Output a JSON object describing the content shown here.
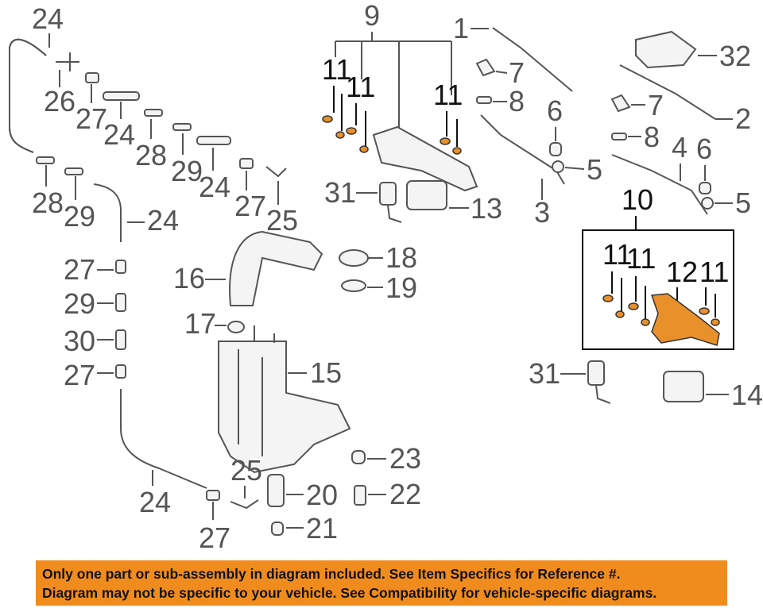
{
  "callouts": {
    "c1": "1",
    "c2": "2",
    "c3": "3",
    "c4": "4",
    "c5a": "5",
    "c5b": "5",
    "c6a": "6",
    "c6b": "6",
    "c7a": "7",
    "c7b": "7",
    "c8a": "8",
    "c8b": "8",
    "c9": "9",
    "c10": "10",
    "c11a": "11",
    "c11b": "11",
    "c11c": "11",
    "c11d": "11",
    "c11e": "11",
    "c11f": "11",
    "c12": "12",
    "c13": "13",
    "c14": "14",
    "c15": "15",
    "c16": "16",
    "c17": "17",
    "c18": "18",
    "c19": "19",
    "c20": "20",
    "c21": "21",
    "c22": "22",
    "c23": "23",
    "c24a": "24",
    "c24b": "24",
    "c24c": "24",
    "c24d": "24",
    "c24e": "24",
    "c25a": "25",
    "c25b": "25",
    "c26": "26",
    "c27a": "27",
    "c27b": "27",
    "c27c": "27",
    "c27d": "27",
    "c27e": "27",
    "c28a": "28",
    "c28b": "28",
    "c29a": "29",
    "c29b": "29",
    "c29c": "29",
    "c30": "30",
    "c31a": "31",
    "c31b": "31",
    "c32": "32"
  },
  "banner": {
    "line1": "Only one part or sub-assembly in diagram included. See Item Specifics for Reference #.",
    "line2": "Diagram may not be specific to your vehicle. See Compatibility for vehicle-specific diagrams."
  },
  "colors": {
    "highlight": "#e8902a",
    "banner": "#f08c1e",
    "line": "#555555"
  }
}
